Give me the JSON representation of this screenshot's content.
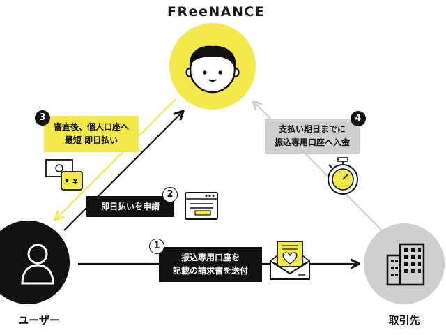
{
  "brand": {
    "logo_text": "FReeNANCE"
  },
  "nodes": {
    "user_label": "ユーザー",
    "client_label": "取引先"
  },
  "steps": [
    {
      "number": "1",
      "lines": [
        "振込専用口座を",
        "記載の請求書を送付"
      ]
    },
    {
      "number": "2",
      "lines": [
        "即日払いを申請"
      ]
    },
    {
      "number": "3",
      "lines": [
        "審査後、個人口座へ",
        "最短 即日払い"
      ]
    },
    {
      "number": "4",
      "lines": [
        "支払い期日までに",
        "振込専用口座へ入金"
      ]
    }
  ],
  "icons": {
    "step1": "invoice-envelope-icon",
    "step2": "application-form-icon",
    "step3": "cash-wallet-icon",
    "step4": "stopwatch-icon",
    "center": "freenance-face-icon",
    "user": "user-silhouette-icon",
    "client": "building-icon"
  },
  "colors": {
    "yellow": "#f3e94a",
    "black": "#111111",
    "gray": "#cfcfcf"
  }
}
